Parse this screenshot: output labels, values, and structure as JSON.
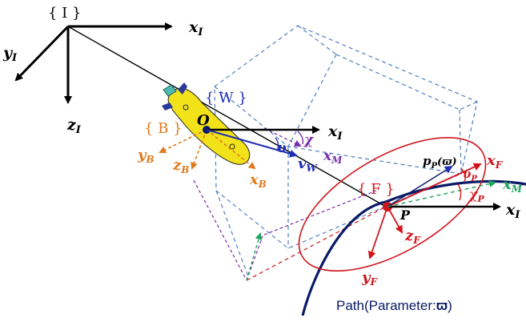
{
  "frames": {
    "inertial": {
      "x": "x",
      "x_sub": "I",
      "y": "y",
      "y_sub": "I",
      "z": "z",
      "z_sub": "I",
      "name": "{ I }"
    },
    "world": {
      "name": "{ W }",
      "x": "x",
      "x_sub": "I"
    },
    "body": {
      "name": "{ B }",
      "x": "x",
      "x_sub": "B",
      "y": "y",
      "y_sub": "B",
      "z": "z",
      "z_sub": "B"
    },
    "serret_frenet": {
      "name": "{ F }",
      "x": "x",
      "x_sub": "F",
      "y": "y",
      "y_sub": "F",
      "z": "z",
      "z_sub": "F",
      "xI": "x",
      "xI_sub": "I"
    }
  },
  "labels": {
    "origin": "O",
    "chi": "χ",
    "upsilon": "υ",
    "v_w": "v",
    "v_w_sub": "W",
    "x_m": "x",
    "x_m_sub": "M",
    "x_m2": "x",
    "x_m2_sub": "M",
    "p_p": "p",
    "p_p_sub": "P",
    "p_p_arg": "(ϖ)",
    "v_p": "υ",
    "v_p_sub": "P",
    "chi_p": "χ",
    "chi_p_sub": "P",
    "point_p": "P",
    "path_caption": "Path(Parameter:",
    "path_param": "ϖ",
    "path_close": ")"
  },
  "colors": {
    "black": "#000000",
    "navy": "#0a1a66",
    "blue": "#1f2fb5",
    "orange": "#e07a1e",
    "red": "#d0161c",
    "green": "#1fa35c",
    "purple": "#7a2ea8",
    "dashed_blue": "#4f7fc0",
    "vehicle_yellow": "#f2e21a"
  }
}
